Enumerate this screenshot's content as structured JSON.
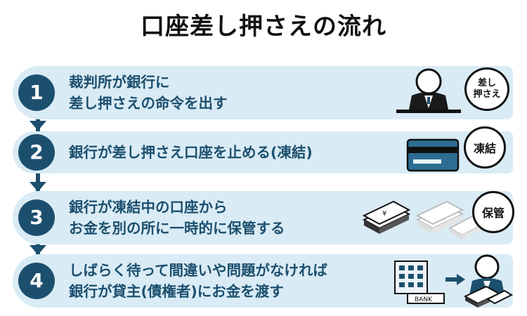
{
  "title": "口座差し押さえの流れ",
  "steps": [
    {
      "number": "1",
      "lines": [
        "裁判所が銀行に",
        "差し押さえの命令を出す"
      ],
      "bubble": [
        "差し",
        "押さえ"
      ]
    },
    {
      "number": "2",
      "lines": [
        "銀行が差し押さえ口座を止める(凍結)"
      ],
      "bubble": [
        "凍結"
      ]
    },
    {
      "number": "3",
      "lines": [
        "銀行が凍結中の口座から",
        "お金を別の所に一時的に保管する"
      ],
      "bubble": [
        "保管"
      ]
    },
    {
      "number": "4",
      "lines": [
        "しばらく待って間違いや問題がなければ",
        "銀行が貸主(債権者)にお金を渡す"
      ]
    }
  ],
  "bank_sign": "BANK",
  "colors": {
    "accent": "#1c4f6e",
    "band": "#d9ebf5",
    "card": "#2c6d93"
  }
}
